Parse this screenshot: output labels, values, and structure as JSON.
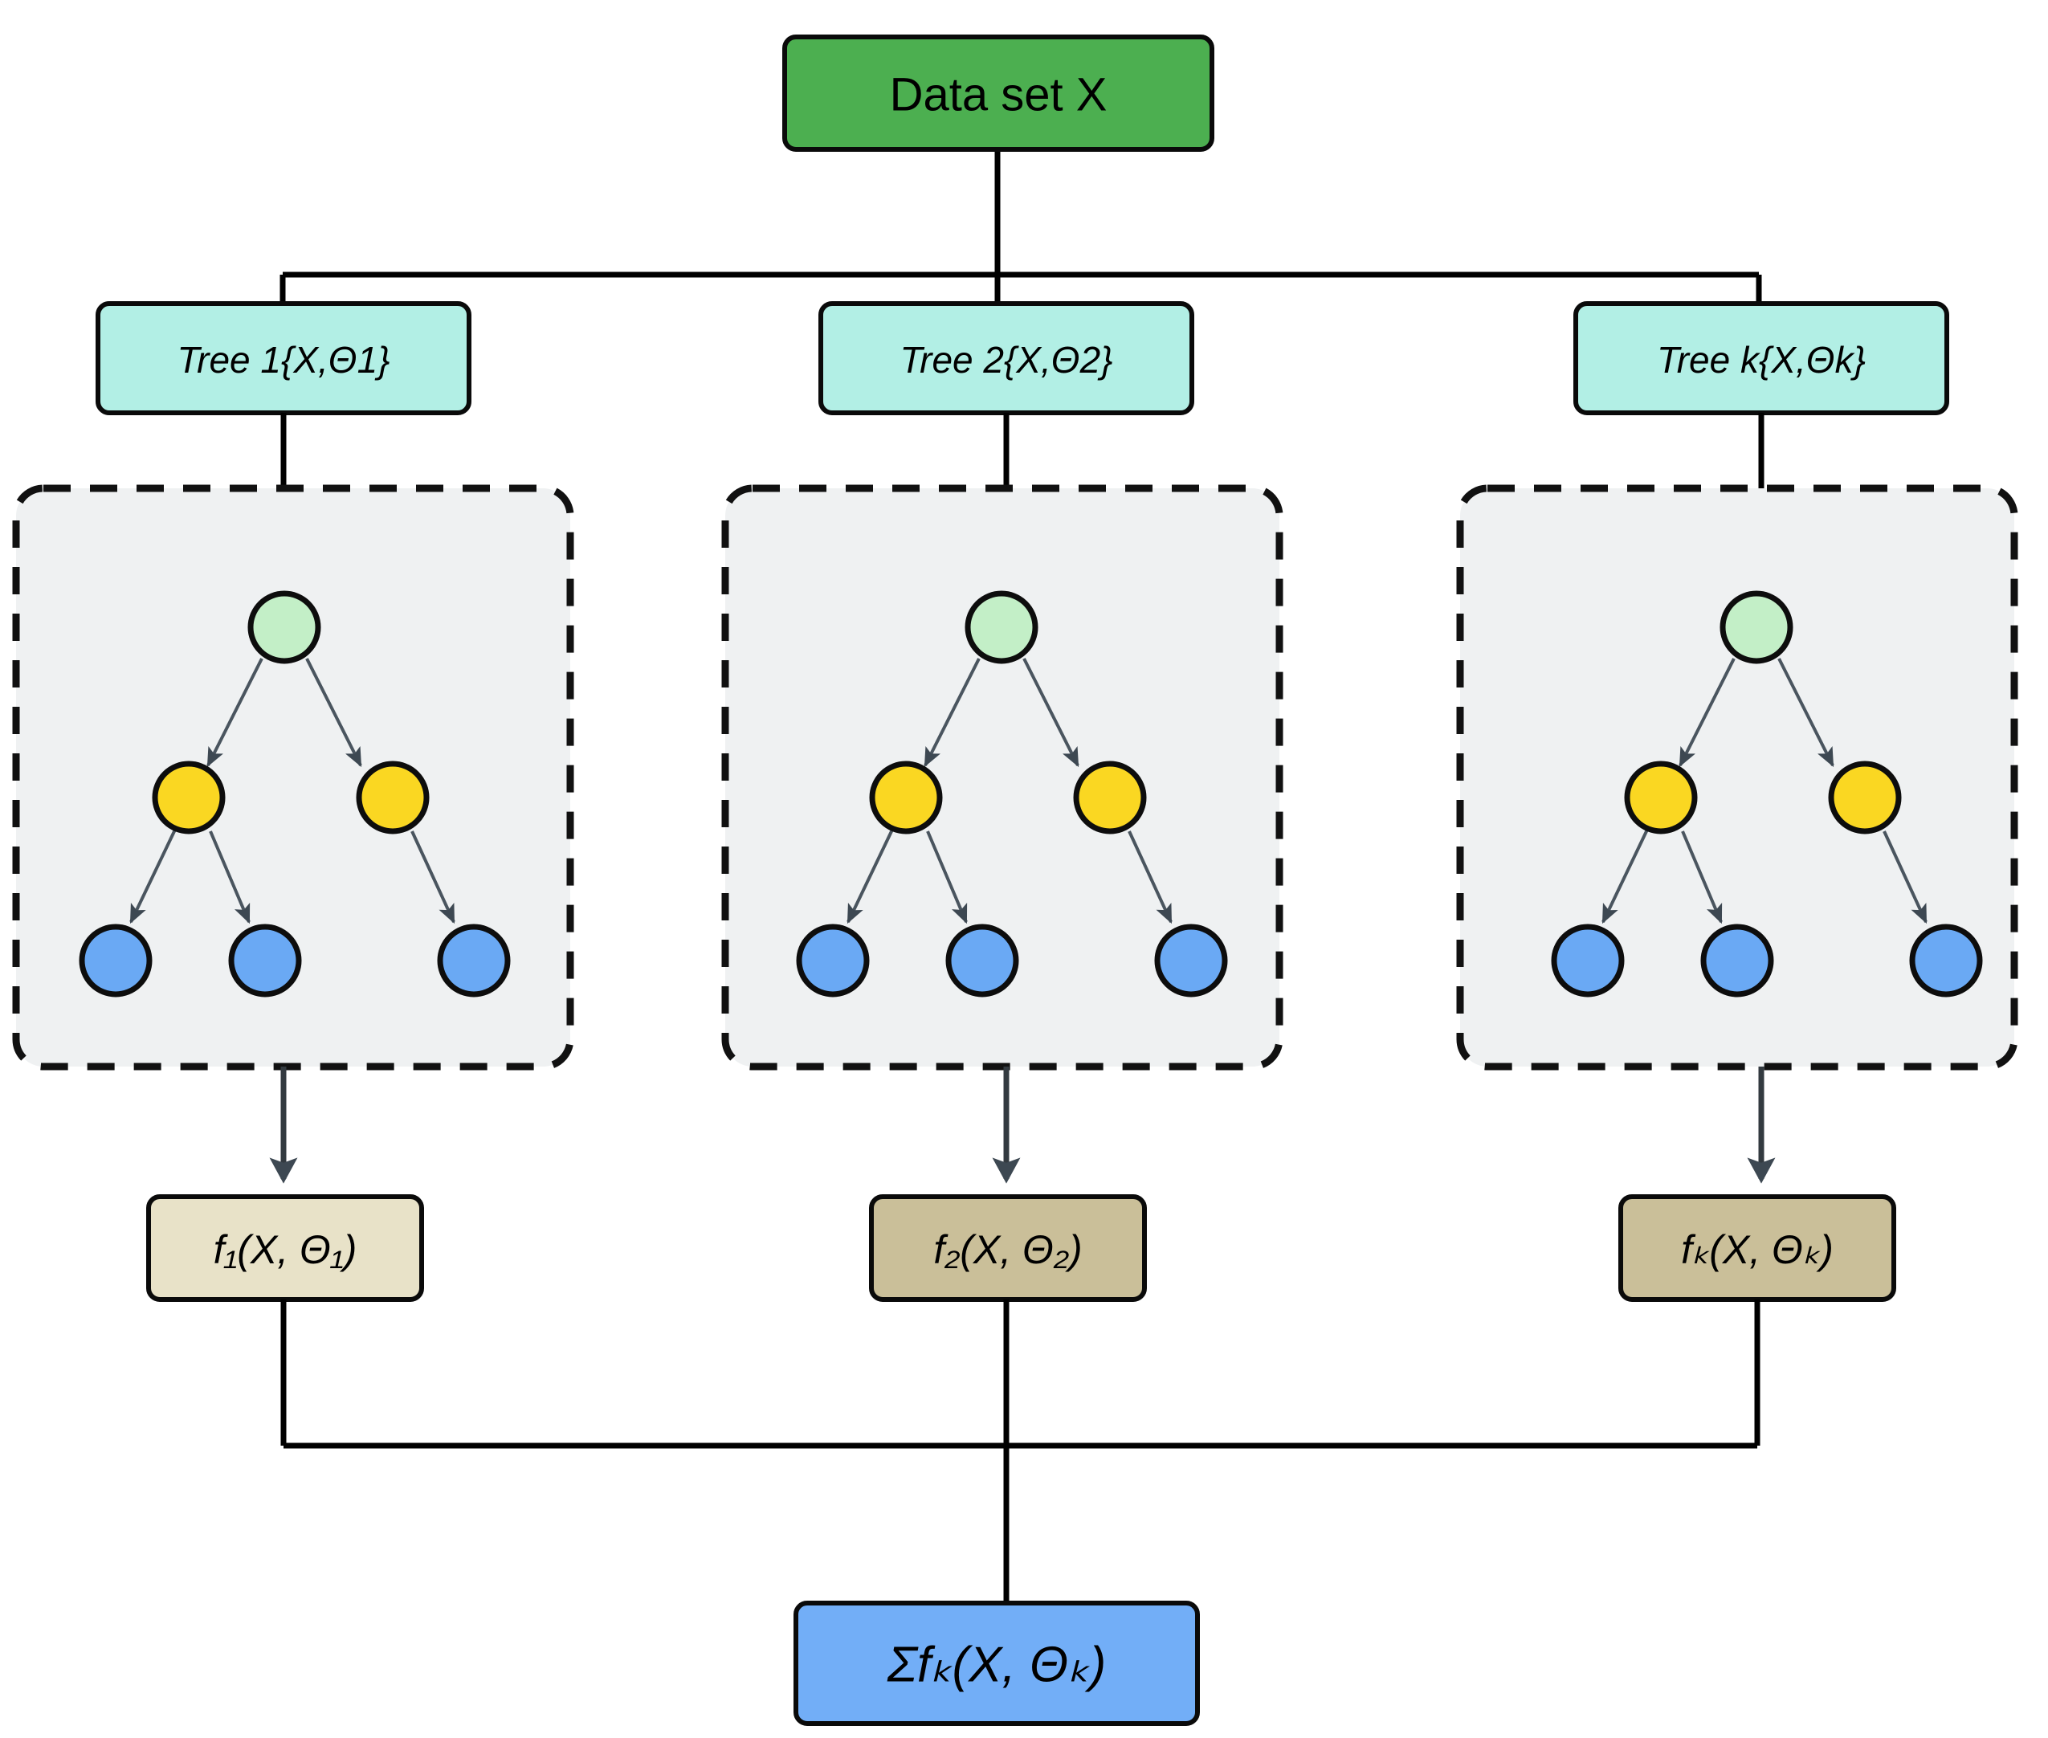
{
  "diagram": {
    "title": "Random Forest / Tree Ensemble Flow",
    "background_color": "#ffffff",
    "root": {
      "label": "Data set  X",
      "fill": "#4caf50",
      "stroke": "#0a0a0a"
    },
    "trees": [
      {
        "label": "Tree 1{X,Θ1}",
        "fill": "#b2efe5",
        "output_label": "f₁(X, Θ₁)",
        "output_fill": "#e8e2c8"
      },
      {
        "label": "Tree 2{X,Θ2}",
        "fill": "#b2efe5",
        "output_label": "f₂(X, Θ₂)",
        "output_fill": "#cabf99"
      },
      {
        "label": "Tree k{X,Θk}",
        "fill": "#b2efe5",
        "output_label": "fₖ(X, Θₖ)",
        "output_fill": "#cabf99"
      }
    ],
    "panel": {
      "fill": "#eff1f2",
      "stroke": "#111111",
      "style": "dashed"
    },
    "tree_nodes": {
      "root_fill": "#c3efc7",
      "internal_fill": "#fad722",
      "leaf_fill": "#6aa9f4",
      "stroke": "#0d0d0d",
      "edge_color": "#4a555f",
      "counts": {
        "root": 1,
        "internal": 2,
        "leaf": 3
      }
    },
    "aggregate": {
      "label": "Σfₖ(X, Θₖ)",
      "fill": "#72aef7",
      "stroke": "#0a0a0a"
    },
    "connector_color": "#000000"
  },
  "chart_data": {
    "type": "diagram",
    "title": "Tree ensemble (random forest) architecture",
    "levels": [
      {
        "name": "input",
        "items": [
          "Data set  X"
        ]
      },
      {
        "name": "trees",
        "items": [
          "Tree 1{X,Θ1}",
          "Tree 2{X,Θ2}",
          "Tree k{X,Θk}"
        ]
      },
      {
        "name": "structures",
        "items": [
          "decision tree 1",
          "decision tree 2",
          "decision tree k"
        ]
      },
      {
        "name": "outputs",
        "items": [
          "f₁(X, Θ₁)",
          "f₂(X, Θ₂)",
          "fₖ(X, Θₖ)"
        ]
      },
      {
        "name": "aggregation",
        "items": [
          "Σfₖ(X, Θₖ)"
        ]
      }
    ]
  }
}
